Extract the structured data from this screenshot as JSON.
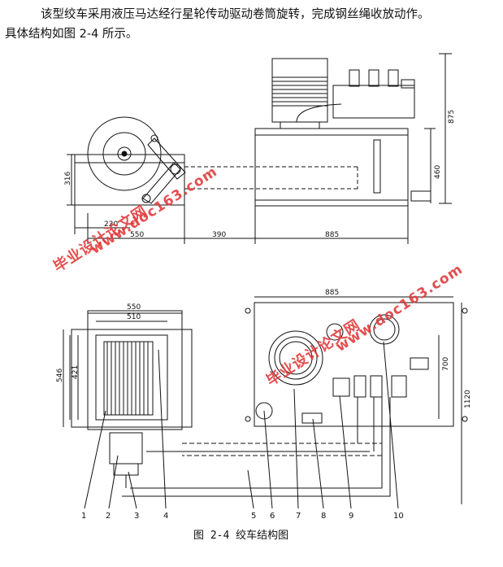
{
  "text": {
    "line1": "该型绞车采用液压马达经行星轮传动驱动卷筒旋转，完成钢丝绳收放动作。",
    "line2": "具体结构如图 2-4 所示。"
  },
  "figure": {
    "caption": "图 2-4  绞车结构图",
    "dims_top": {
      "d875": "875",
      "d316": "316",
      "d460": "460",
      "d220": "220",
      "d550": "550",
      "d390": "390",
      "d885": "885"
    },
    "dims_bottom": {
      "d885": "885",
      "d550": "550",
      "d510": "510",
      "d546": "546",
      "d421": "421",
      "d700": "700",
      "d1120": "1120"
    },
    "part_numbers": [
      "1",
      "2",
      "3",
      "4",
      "5",
      "6",
      "7",
      "8",
      "9",
      "10"
    ]
  },
  "watermarks": {
    "cn": "毕业设计论文网",
    "url": "www.doc163.com"
  }
}
